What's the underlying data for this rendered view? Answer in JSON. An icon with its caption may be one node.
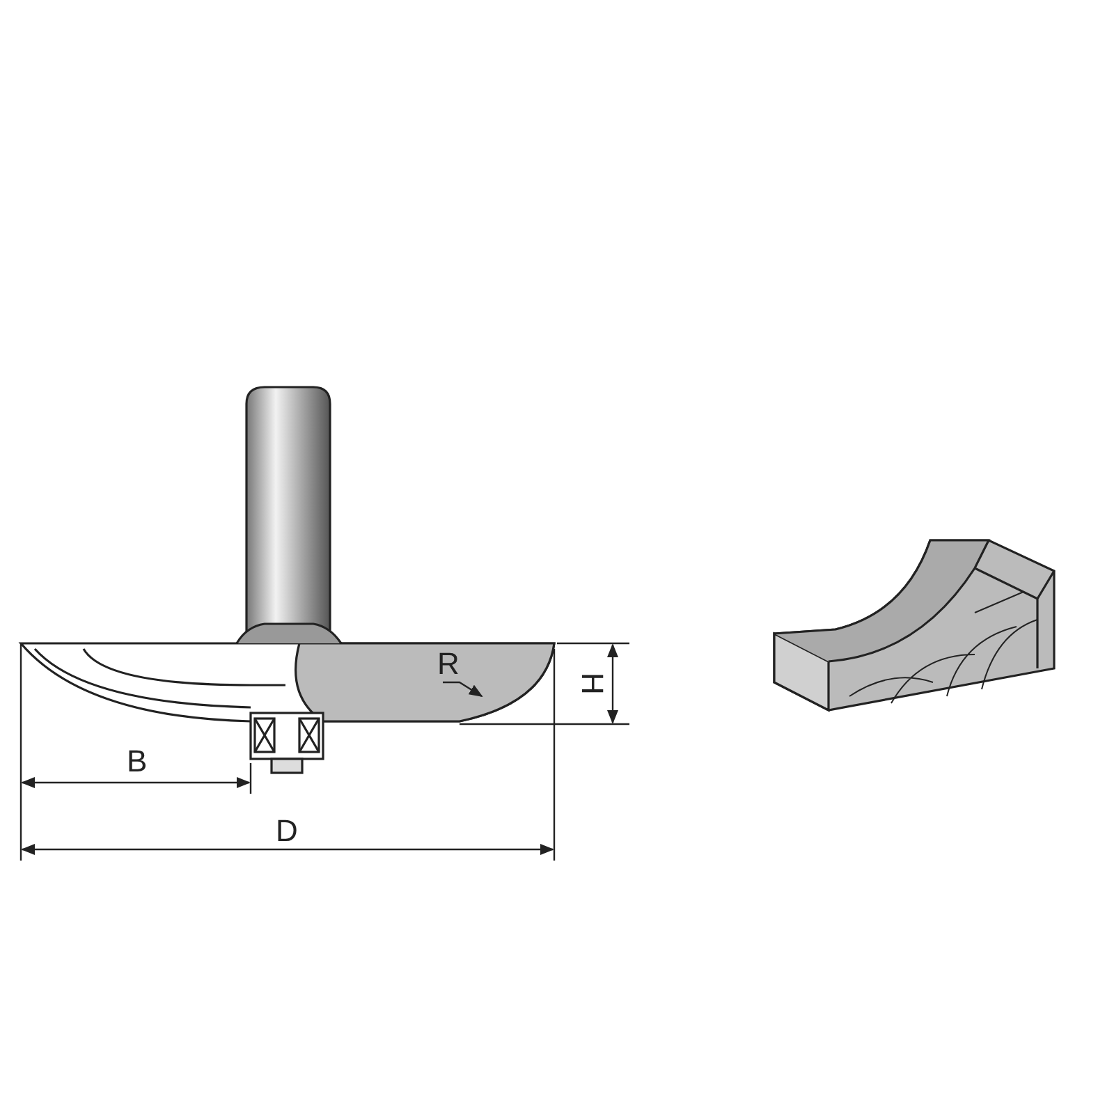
{
  "diagram": {
    "labels": [
      "R",
      "H",
      "B",
      "D"
    ]
  }
}
